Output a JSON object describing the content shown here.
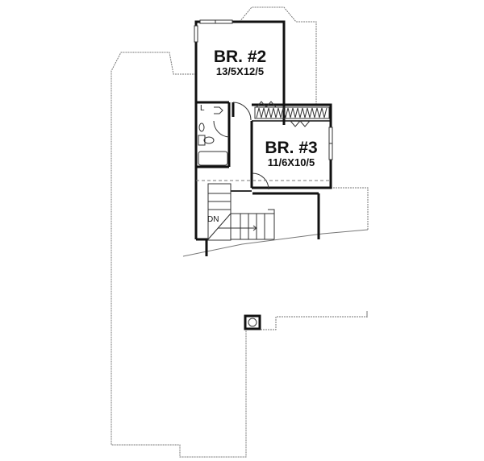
{
  "plan": {
    "rooms": [
      {
        "name": "BR. #2",
        "dims": "13/5X12/5"
      },
      {
        "name": "BR. #3",
        "dims": "11/6X10/5"
      }
    ],
    "laundry_label": "L",
    "stair_label": "DN"
  },
  "colors": {
    "wall": "#111111",
    "outline": "#777777"
  }
}
